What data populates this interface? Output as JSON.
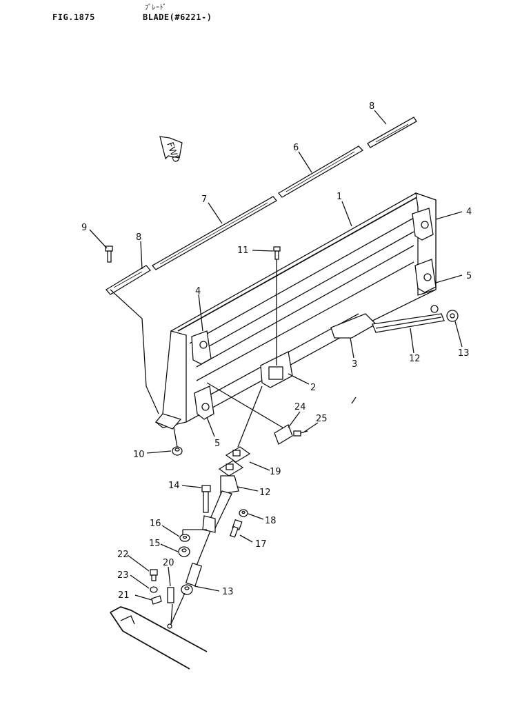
{
  "header": {
    "figure_number": "FIG.1875",
    "title_jp": "ﾌﾞﾚｰﾄﾞ",
    "title_en": "BLADE(#6221-)"
  },
  "diagram": {
    "direction_marker": "FWD",
    "callouts": [
      "1",
      "2",
      "3",
      "4",
      "4",
      "5",
      "5",
      "6",
      "7",
      "8",
      "8",
      "9",
      "10",
      "11",
      "12",
      "12",
      "13",
      "13",
      "14",
      "15",
      "16",
      "17",
      "18",
      "19",
      "20",
      "21",
      "22",
      "23",
      "24",
      "25"
    ]
  }
}
